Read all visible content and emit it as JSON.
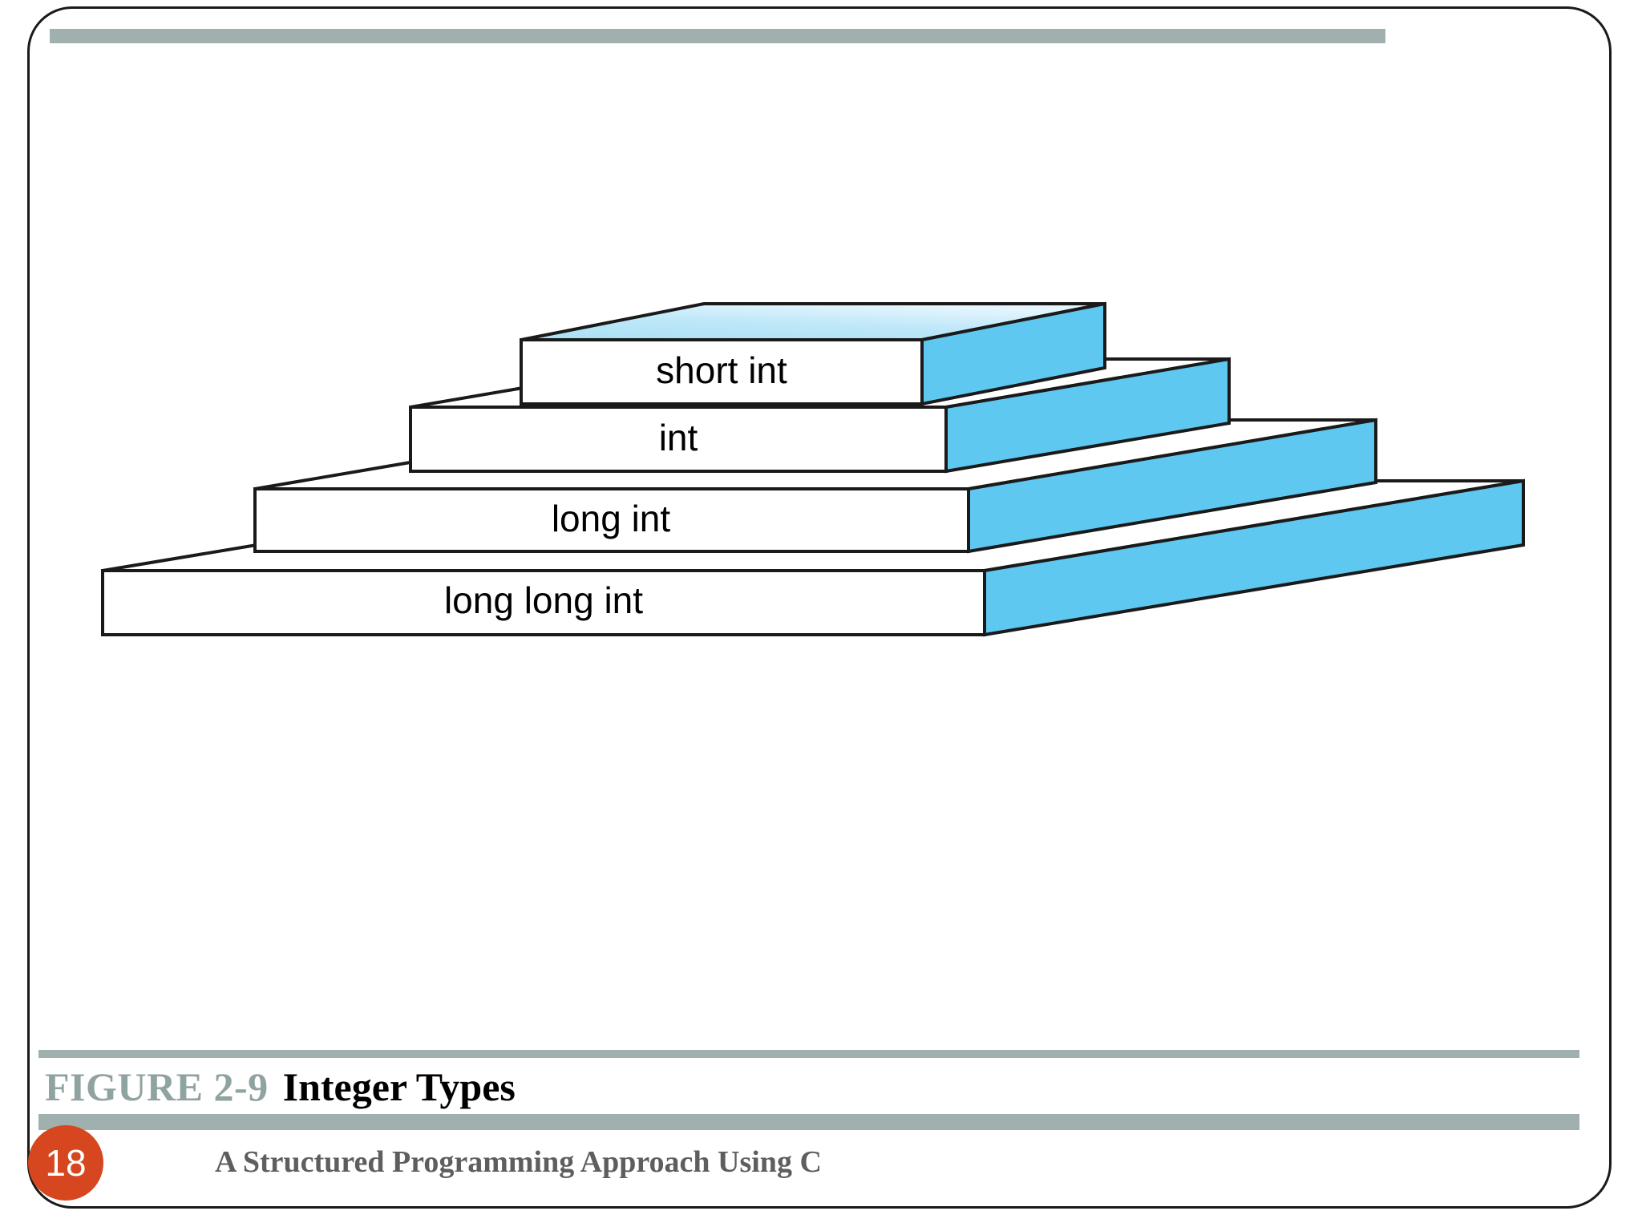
{
  "slide": {
    "page_number": "18",
    "footer_text": "A Structured Programming Approach Using C",
    "figure_label": "FIGURE 2-9",
    "figure_title": "Integer Types"
  },
  "colors": {
    "accent_bar": "#9fb0ae",
    "page_badge": "#d6471f",
    "figure_label": "#8fa3a0",
    "figure_title": "#000000",
    "footer_text": "#5e5e5e",
    "slab_front": "#ffffff",
    "slab_side": "#5fc8f0",
    "slab_top_light": "#d8f0fb",
    "slab_top_dark": "#a8dff5",
    "outline": "#1a1a1a"
  },
  "chart_data": {
    "type": "diagram",
    "title": "Integer Types",
    "description": "Stepped 3D pyramid of C integer types ordered by increasing storage size from top (smallest) to bottom (largest).",
    "steps": [
      {
        "label": "short int",
        "level": 1,
        "rank_smallest_to_largest": 1
      },
      {
        "label": "int",
        "level": 2,
        "rank_smallest_to_largest": 2
      },
      {
        "label": "long int",
        "level": 3,
        "rank_smallest_to_largest": 3
      },
      {
        "label": "long long int",
        "level": 4,
        "rank_smallest_to_largest": 4
      }
    ]
  },
  "diagram": {
    "steps": [
      {
        "label": "short int"
      },
      {
        "label": "int"
      },
      {
        "label": "long int"
      },
      {
        "label": "long long int"
      }
    ]
  }
}
